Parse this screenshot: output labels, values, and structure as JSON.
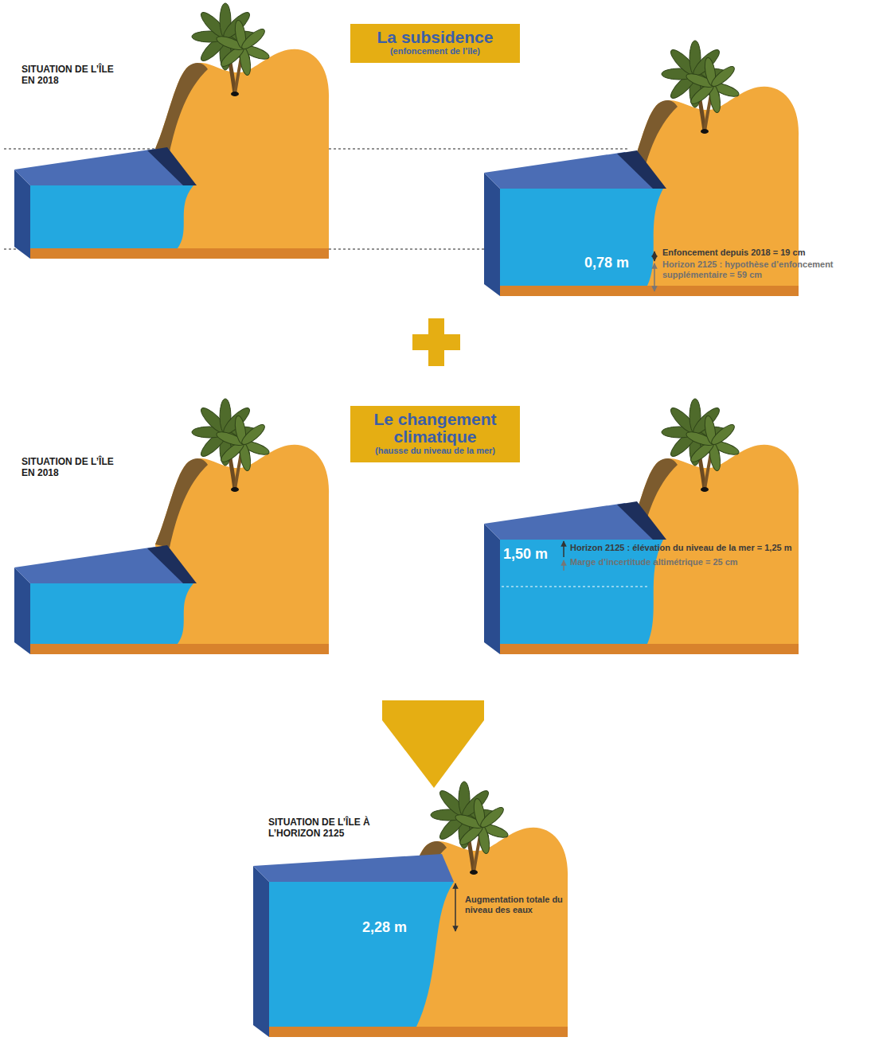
{
  "diagram": {
    "nodes": [
      {
        "text": [
          "La subsidence",
          "(enfoncement de l’île)"
        ]
      },
      {
        "text": [
          "Le changement climatique",
          "(hausse du niveau de la mer)"
        ]
      }
    ],
    "labels": [
      "SITUATION DE L’ÎLE EN 2018",
      "0,78 m",
      "Enfoncement depuis 2018 = 19 cm",
      "Horizon 2125 : hypothèse d’enfoncement supplémentaire = 59 cm",
      "SITUATION DE L’ÎLE EN 2018",
      "1,50 m",
      "Horizon 2125 : élévation du niveau de la mer = 1,25 m",
      "Marge d’incertitude altimétrique = 25 cm",
      "SITUATION DE L’ÎLE À L’HORIZON 2125",
      "2,28 m",
      "Augmentation totale du niveau des eaux"
    ]
  }
}
